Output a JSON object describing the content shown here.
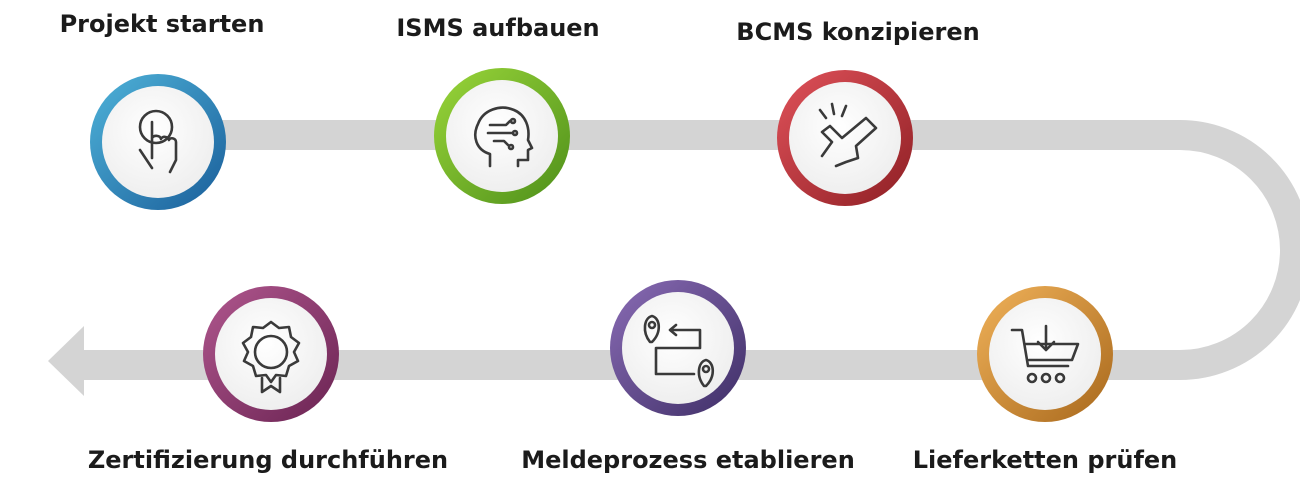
{
  "steps": [
    {
      "label": "Projekt starten",
      "icon": "pointing-hand-icon",
      "color_light": "#4fb3d9",
      "color_dark": "#1a5e9a"
    },
    {
      "label": "ISMS aufbauen",
      "icon": "head-circuit-icon",
      "color_light": "#9ad63a",
      "color_dark": "#4e8f1a"
    },
    {
      "label": "BCMS konzipieren",
      "icon": "hand-snap-icon",
      "color_light": "#e0525a",
      "color_dark": "#8e1f24"
    },
    {
      "label": "Lieferketten prüfen",
      "icon": "shopping-cart-download-icon",
      "color_light": "#f0b25a",
      "color_dark": "#a8681c"
    },
    {
      "label": "Meldeprozess etablieren",
      "icon": "route-pins-icon",
      "color_light": "#8a6cb5",
      "color_dark": "#3e2e66"
    },
    {
      "label": "Zertifizierung durchführen",
      "icon": "award-badge-icon",
      "color_light": "#b0578e",
      "color_dark": "#6a2352"
    }
  ],
  "path_color": "#d4d4d4"
}
